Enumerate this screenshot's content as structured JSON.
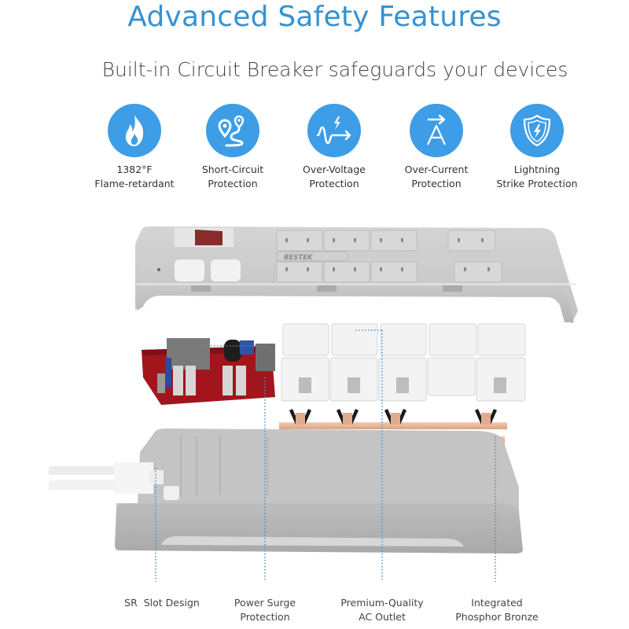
{
  "header": {
    "title": "Advanced Safety Features",
    "subtitle": "Built-in Circuit Breaker safeguards your devices"
  },
  "colors": {
    "accent": "#3592d2",
    "icon_circle": "#3d9de6",
    "housing_gray": "#c9c9c9",
    "pcb_red": "#a3151c",
    "copper": "#e9b89a",
    "callout_line": "#4a8fc6"
  },
  "features": [
    {
      "icon": "flame-icon",
      "line1": "1382°F",
      "line2": "Flame-retardant"
    },
    {
      "icon": "map-route-icon",
      "line1": "Short-Circuit",
      "line2": "Protection"
    },
    {
      "icon": "voltage-surge-icon",
      "line1": "Over-Voltage",
      "line2": "Protection"
    },
    {
      "icon": "ampere-arrow-icon",
      "line1": "Over-Current",
      "line2": "Protection"
    },
    {
      "icon": "lightning-shield-icon",
      "line1": "Lightning",
      "line2": "Strike Protection"
    }
  ],
  "product": {
    "brand": "BESTEK",
    "outlets": 8,
    "usb_ports": 2
  },
  "callouts": [
    {
      "line1": "SR  Slot Design",
      "line2": ""
    },
    {
      "line1": "Power Surge",
      "line2": "Protection"
    },
    {
      "line1": "Premium-Quality",
      "line2": "AC Outlet"
    },
    {
      "line1": "Integrated",
      "line2": "Phosphor Bronze"
    }
  ]
}
